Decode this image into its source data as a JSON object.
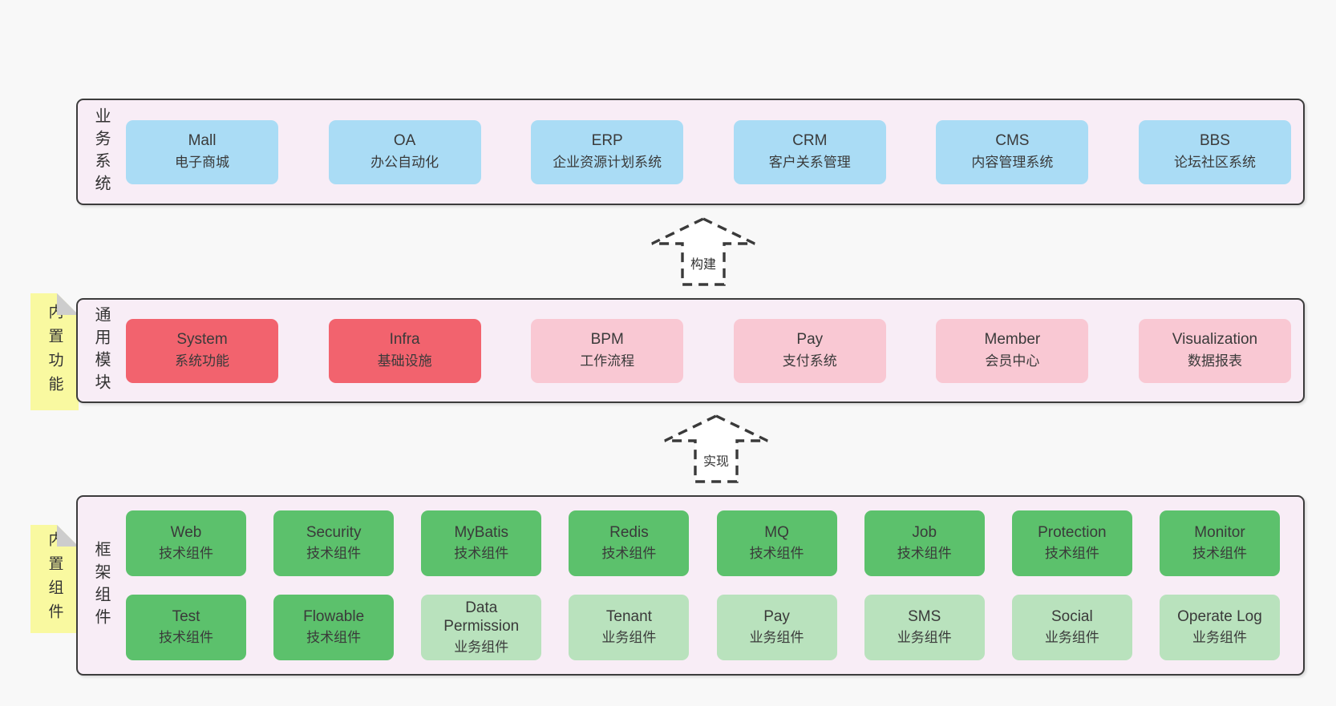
{
  "colors": {
    "page_bg": "#f8f8f8",
    "panel_bg": "#f8edf6",
    "panel_border": "#3c3c3c",
    "box_blue": "#aadcf5",
    "box_red": "#f2636e",
    "box_pink": "#f9c8d3",
    "box_green_dark": "#5cc16c",
    "box_green_light": "#b9e2bd",
    "note_yellow": "#f9f9a0",
    "note_fold_gray": "#cdcdcd",
    "text": "#3a3a3a"
  },
  "arrows": {
    "build": "构建",
    "implement": "实现"
  },
  "notes": {
    "features": "内置功能",
    "components": "内置组件"
  },
  "layers": {
    "business": {
      "label": "业务系统",
      "boxes": [
        {
          "name": "Mall",
          "desc": "电子商城"
        },
        {
          "name": "OA",
          "desc": "办公自动化"
        },
        {
          "name": "ERP",
          "desc": "企业资源计划系统"
        },
        {
          "name": "CRM",
          "desc": "客户关系管理"
        },
        {
          "name": "CMS",
          "desc": "内容管理系统"
        },
        {
          "name": "BBS",
          "desc": "论坛社区系统"
        }
      ]
    },
    "modules": {
      "label": "通用模块",
      "boxes": [
        {
          "name": "System",
          "desc": "系统功能",
          "variant": "red"
        },
        {
          "name": "Infra",
          "desc": "基础设施",
          "variant": "red"
        },
        {
          "name": "BPM",
          "desc": "工作流程",
          "variant": "pink"
        },
        {
          "name": "Pay",
          "desc": "支付系统",
          "variant": "pink"
        },
        {
          "name": "Member",
          "desc": "会员中心",
          "variant": "pink"
        },
        {
          "name": "Visualization",
          "desc": "数据报表",
          "variant": "pink"
        }
      ]
    },
    "components": {
      "label": "框架组件",
      "row1": [
        {
          "name": "Web",
          "desc": "技术组件",
          "variant": "green-dark"
        },
        {
          "name": "Security",
          "desc": "技术组件",
          "variant": "green-dark"
        },
        {
          "name": "MyBatis",
          "desc": "技术组件",
          "variant": "green-dark"
        },
        {
          "name": "Redis",
          "desc": "技术组件",
          "variant": "green-dark"
        },
        {
          "name": "MQ",
          "desc": "技术组件",
          "variant": "green-dark"
        },
        {
          "name": "Job",
          "desc": "技术组件",
          "variant": "green-dark"
        },
        {
          "name": "Protection",
          "desc": "技术组件",
          "variant": "green-dark"
        },
        {
          "name": "Monitor",
          "desc": "技术组件",
          "variant": "green-dark"
        }
      ],
      "row2": [
        {
          "name": "Test",
          "desc": "技术组件",
          "variant": "green-dark"
        },
        {
          "name": "Flowable",
          "desc": "技术组件",
          "variant": "green-dark"
        },
        {
          "name": "Data Permission",
          "desc": "业务组件",
          "variant": "green-light"
        },
        {
          "name": "Tenant",
          "desc": "业务组件",
          "variant": "green-light"
        },
        {
          "name": "Pay",
          "desc": "业务组件",
          "variant": "green-light"
        },
        {
          "name": "SMS",
          "desc": "业务组件",
          "variant": "green-light"
        },
        {
          "name": "Social",
          "desc": "业务组件",
          "variant": "green-light"
        },
        {
          "name": "Operate Log",
          "desc": "业务组件",
          "variant": "green-light"
        }
      ]
    }
  }
}
